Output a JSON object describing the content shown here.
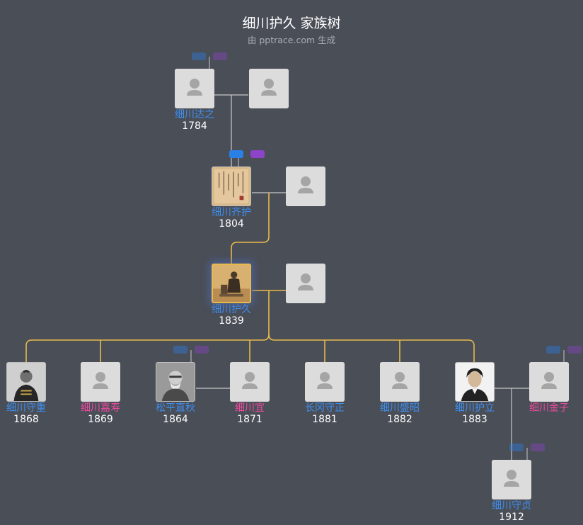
{
  "title": "细川护久 家族树",
  "subtitle": "由 pptrace.com 生成",
  "colors": {
    "background": "#4a4e57",
    "male": "#3d8ff0",
    "female": "#ee4aa0",
    "ancestor_line": "#e8b94c",
    "line": "#c8c8c8",
    "placeholder": "#dcdcdc"
  },
  "people": [
    {
      "id": "hosokawa-tatsuyuki",
      "name": "细川达之",
      "year": "1784",
      "gender": "male",
      "photo": "placeholder-person-icon"
    },
    {
      "id": "spouse-tatsuyuki",
      "name": "",
      "year": "",
      "gender": "",
      "photo": "placeholder-person-icon"
    },
    {
      "id": "hosokawa-narimori",
      "name": "细川齐护",
      "year": "1804",
      "gender": "male",
      "photo": "calligraphy-portrait"
    },
    {
      "id": "spouse-narimori",
      "name": "",
      "year": "",
      "gender": "",
      "photo": "placeholder-person-icon"
    },
    {
      "id": "hosokawa-morihisa",
      "name": "细川护久",
      "year": "1839",
      "gender": "male",
      "photo": "seated-portrait"
    },
    {
      "id": "spouse-morihisa",
      "name": "",
      "year": "",
      "gender": "",
      "photo": "placeholder-person-icon"
    },
    {
      "id": "hosokawa-moritsune",
      "name": "细川守重",
      "year": "1868",
      "gender": "male",
      "photo": "uniform-portrait"
    },
    {
      "id": "hosokawa-yoshiju",
      "name": "细川嘉寿",
      "year": "1869",
      "gender": "female",
      "photo": "placeholder-person-icon"
    },
    {
      "id": "matsudaira-naoaki",
      "name": "松平直秋",
      "year": "1864",
      "gender": "male",
      "photo": "bearded-portrait"
    },
    {
      "id": "hosokawa-gi",
      "name": "细川宜",
      "year": "1871",
      "gender": "female",
      "photo": "placeholder-person-icon"
    },
    {
      "id": "nagaoka-moritada",
      "name": "长冈守正",
      "year": "1881",
      "gender": "male",
      "photo": "placeholder-person-icon"
    },
    {
      "id": "hosokawa-moriaki",
      "name": "细川盛昭",
      "year": "1882",
      "gender": "male",
      "photo": "placeholder-person-icon"
    },
    {
      "id": "hosokawa-moritatsu",
      "name": "细川护立",
      "year": "1883",
      "gender": "male",
      "photo": "young-man-portrait"
    },
    {
      "id": "hosokawa-kaneko",
      "name": "细川金子",
      "year": "",
      "gender": "female",
      "photo": "placeholder-person-icon"
    },
    {
      "id": "hosokawa-moritada",
      "name": "细川守贞",
      "year": "1912",
      "gender": "male",
      "photo": "placeholder-person-icon"
    }
  ]
}
